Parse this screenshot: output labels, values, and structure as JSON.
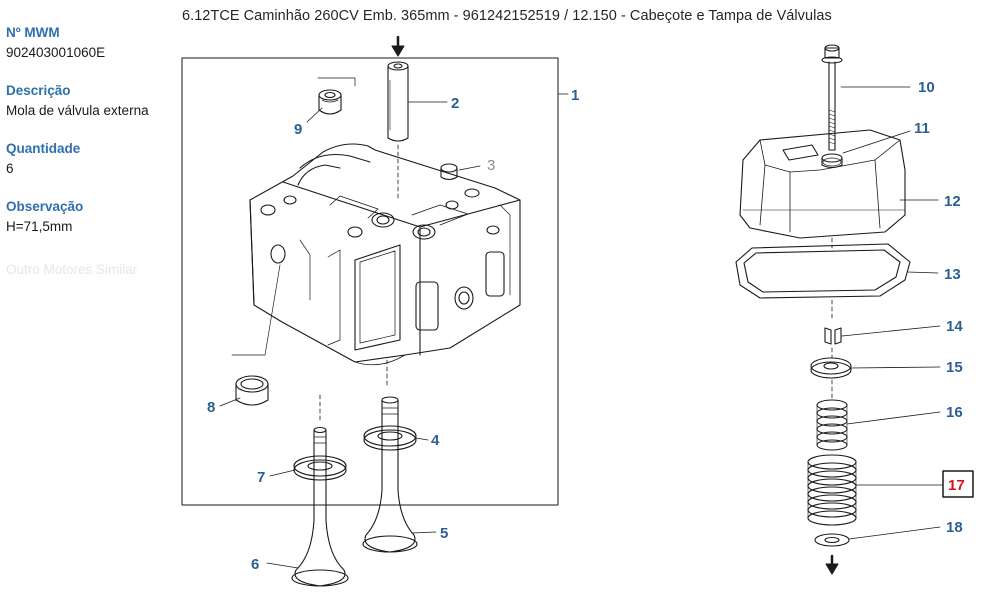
{
  "header": {
    "title": "6.12TCE Caminhão 260CV Emb. 365mm - 961242152519  /  12.150 - Cabeçote e Tampa de Válvulas"
  },
  "sidebar": {
    "fields": [
      {
        "label": "Nº MWM",
        "value": "902403001060E"
      },
      {
        "label": "Descrição",
        "value": "Mola de válvula externa"
      },
      {
        "label": "Quantidade",
        "value": "6"
      },
      {
        "label": "Observação",
        "value": "H=71,5mm"
      }
    ],
    "faded_link": "Outro Motores Similar"
  },
  "diagram": {
    "callouts": [
      "1",
      "2",
      "3",
      "4",
      "5",
      "6",
      "7",
      "8",
      "9",
      "10",
      "11",
      "12",
      "13",
      "14",
      "15",
      "16",
      "17",
      "18"
    ],
    "selected": "17",
    "colors": {
      "callout": "#2c5f93",
      "selected": "#d2151c",
      "inactive": "#8c8c8c",
      "line": "#1a1a1a"
    }
  }
}
